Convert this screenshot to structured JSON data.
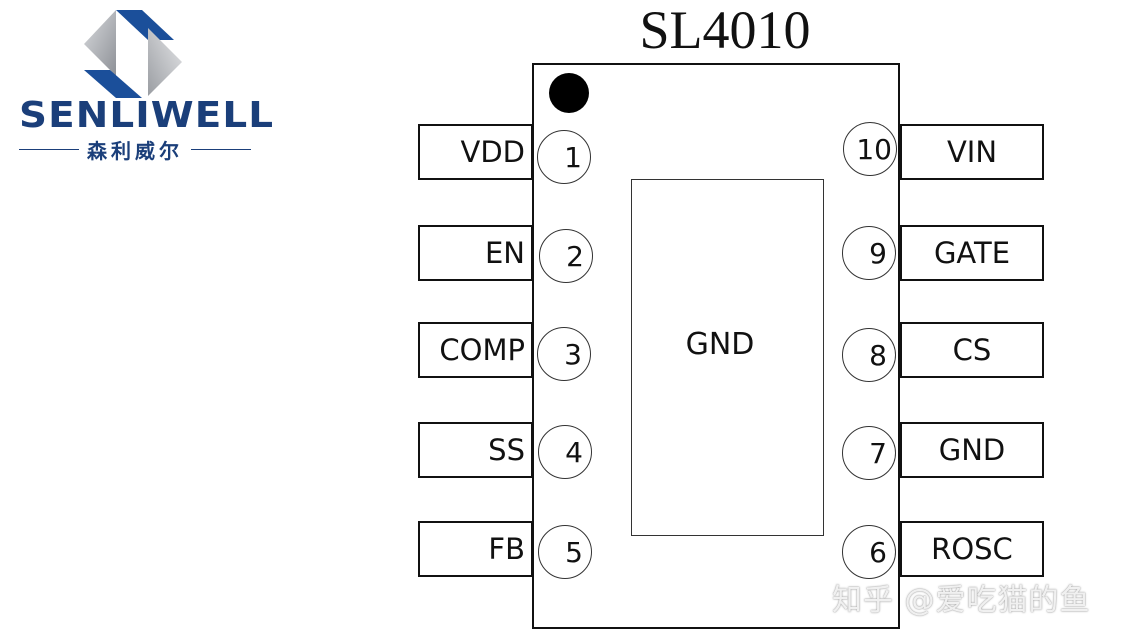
{
  "logo": {
    "wordmark": "SENLIWELL",
    "chinese_name": "森利威尔",
    "colors": {
      "blue": "#1b4f9a",
      "gray": "#b5b8bd",
      "text": "#1b3f7a"
    }
  },
  "chip": {
    "part_number": "SL4010",
    "exposed_pad_label": "GND",
    "left_pins": [
      {
        "number": "1",
        "name": "VDD"
      },
      {
        "number": "2",
        "name": "EN"
      },
      {
        "number": "3",
        "name": "COMP"
      },
      {
        "number": "4",
        "name": "SS"
      },
      {
        "number": "5",
        "name": "FB"
      }
    ],
    "right_pins": [
      {
        "number": "10",
        "name": "VIN"
      },
      {
        "number": "9",
        "name": "GATE"
      },
      {
        "number": "8",
        "name": "CS"
      },
      {
        "number": "7",
        "name": "GND"
      },
      {
        "number": "6",
        "name": "ROSC"
      }
    ]
  },
  "watermark": "知乎 @爱吃猫的鱼"
}
